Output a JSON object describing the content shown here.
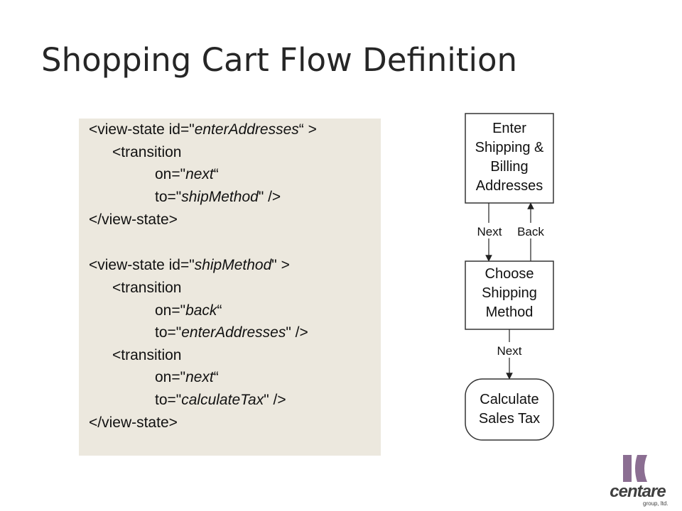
{
  "slide": {
    "title": "Shopping Cart Flow Definition"
  },
  "code": {
    "lines": [
      {
        "pre": "<view-state id=\"",
        "em": "enterAddresses",
        "post": "“ >"
      },
      {
        "pre": "<transition",
        "em": "",
        "post": ""
      },
      {
        "pre": "on=\"",
        "em": "next",
        "post": "“"
      },
      {
        "pre": "to=\"",
        "em": "shipMethod",
        "post": "\" />"
      },
      {
        "pre": "</view-state>",
        "em": "",
        "post": ""
      },
      {
        "pre": "<view-state id=\"",
        "em": "shipMethod",
        "post": "\" >"
      },
      {
        "pre": "<transition",
        "em": "",
        "post": ""
      },
      {
        "pre": "on=\"",
        "em": "back",
        "post": "“"
      },
      {
        "pre": "to=\"",
        "em": "enterAddresses",
        "post": "\" />"
      },
      {
        "pre": "<transition",
        "em": "",
        "post": ""
      },
      {
        "pre": "on=\"",
        "em": "next",
        "post": "“"
      },
      {
        "pre": "to=\"",
        "em": "calculateTax",
        "post": "\" />"
      },
      {
        "pre": "</view-state>",
        "em": "",
        "post": ""
      }
    ]
  },
  "flow": {
    "states": {
      "enter": [
        "Enter",
        "Shipping &",
        "Billing",
        "Addresses"
      ],
      "choose": [
        "Choose",
        "Shipping",
        "Method"
      ],
      "calc": [
        "Calculate",
        "Sales Tax"
      ]
    },
    "transitions": {
      "next1": "Next",
      "back": "Back",
      "next2": "Next"
    }
  },
  "logo": {
    "word": "centare",
    "sub": "group, ltd.",
    "colors": {
      "mark": "#8b6e92",
      "text": "#3f3f3f"
    }
  }
}
